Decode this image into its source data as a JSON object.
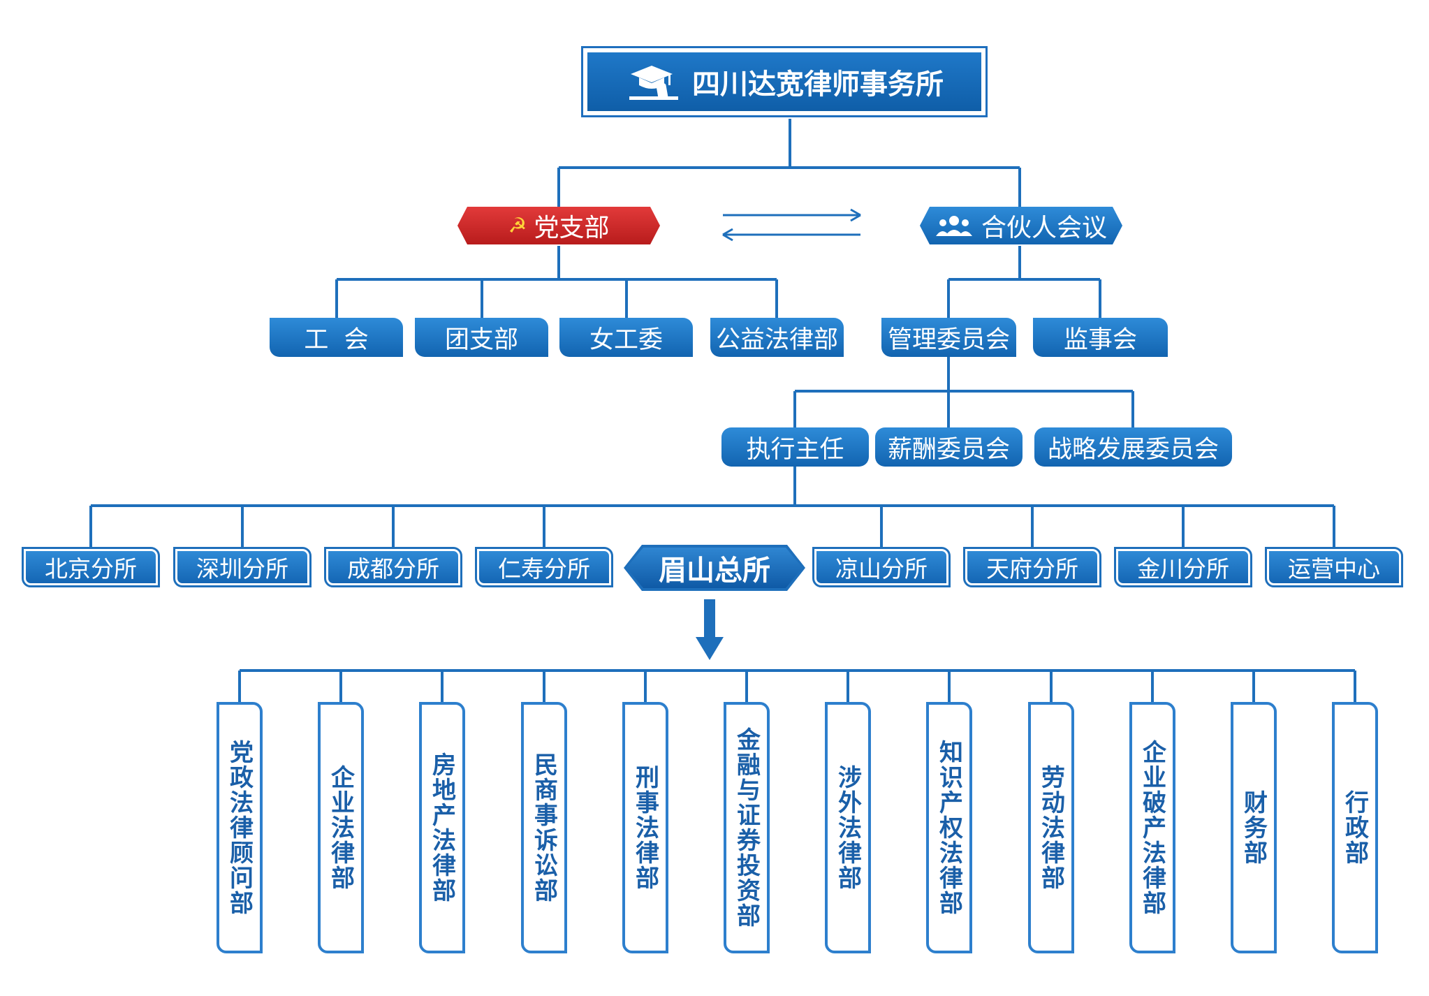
{
  "firm": {
    "name": "四川达宽律师事务所",
    "logo_icon": "graduation-cap-gavel-icon"
  },
  "party": {
    "label": "党支部",
    "icon": "hammer-sickle-icon",
    "color": "#d42a2a"
  },
  "partners": {
    "label": "合伙人会议",
    "icon": "people-group-icon"
  },
  "party_children": [
    "工  会",
    "团支部",
    "女工委",
    "公益法律部"
  ],
  "partner_children": {
    "management": "管理委员会",
    "supervisors": "监事会"
  },
  "committees": [
    "执行主任",
    "薪酬委员会",
    "战略发展委员会"
  ],
  "branches_left": [
    "北京分所",
    "深圳分所",
    "成都分所",
    "仁寿分所"
  ],
  "headquarters": "眉山总所",
  "branches_right": [
    "凉山分所",
    "天府分所",
    "金川分所",
    "运营中心"
  ],
  "departments": [
    "党政法律顾问部",
    "企业法律部",
    "房地产法律部",
    "民商事诉讼部",
    "刑事法律部",
    "金融与证券投资部",
    "涉外法律部",
    "知识产权法律部",
    "劳动法律部",
    "企业破产法律部",
    "财务部",
    "行政部"
  ],
  "colors": {
    "primary": "#1e6fbb",
    "party_red": "#d42a2a",
    "line": "#1e6fbb"
  }
}
